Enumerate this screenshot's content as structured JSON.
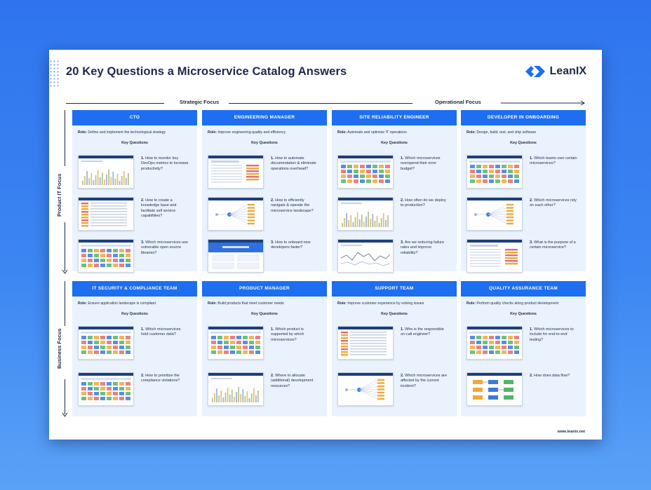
{
  "title": "20 Key Questions a Microservice Catalog Answers",
  "brand": "LeanIX",
  "footer_url": "www.leanix.net",
  "axes": {
    "strategic": "Strategic Focus",
    "operational": "Operational Focus",
    "product_it": "Product IT Focus",
    "business": "Business Focus"
  },
  "key_questions_label": "Key Questions",
  "role_label": "Role:",
  "colors": {
    "accent": "#1d6ef0",
    "navy": "#1b2a4a",
    "card_bg": "#eaf2fd"
  },
  "cards": [
    {
      "title": "CTO",
      "role": "Define and implement the technological strategy",
      "questions": [
        {
          "num": "1.",
          "text": "How to monitor key DevOps metrics to increase productivity?",
          "shot": "bar-chart"
        },
        {
          "num": "2.",
          "text": "How to create a knowledge base and facilitate self service capabilities?",
          "shot": "table"
        },
        {
          "num": "3.",
          "text": "Which microservices use vulnerable open source libraries?",
          "shot": "board"
        }
      ]
    },
    {
      "title": "ENGINEERING MANAGER",
      "role": "Improve engineering quality and efficiency",
      "questions": [
        {
          "num": "1.",
          "text": "How to automate documentation & eliminate operations overhead?",
          "shot": "form"
        },
        {
          "num": "2.",
          "text": "How to efficiently navigate & operate the microservice landscape?",
          "shot": "graph"
        },
        {
          "num": "3.",
          "text": "How to onboard new developers faster?",
          "shot": "portal"
        }
      ]
    },
    {
      "title": "SITE RELIABILITY ENGINEER",
      "role": "Automate and optimize IT operations",
      "questions": [
        {
          "num": "1.",
          "text": "Which microservices overspend their error budget?",
          "shot": "board"
        },
        {
          "num": "2.",
          "text": "How often do we deploy to production?",
          "shot": "bar-chart"
        },
        {
          "num": "3.",
          "text": "Are we reducing failure rates and improve reliability?",
          "shot": "line-chart"
        }
      ]
    },
    {
      "title": "DEVELOPER IN ONBOARDING",
      "role": "Design, build, test, and ship software",
      "questions": [
        {
          "num": "1.",
          "text": "Which teams own certain microservices?",
          "shot": "board"
        },
        {
          "num": "2.",
          "text": "Which microservices rely on each other?",
          "shot": "graph"
        },
        {
          "num": "3.",
          "text": "What is the purpose of a certain microservice?",
          "shot": "form"
        }
      ]
    },
    {
      "title": "IT SECURITY & COMPLIANCE TEAM",
      "role": "Ensure application landscape is compliant",
      "questions": [
        {
          "num": "1.",
          "text": "Which microservices hold customer data?",
          "shot": "board"
        },
        {
          "num": "2.",
          "text": "How to prioritize the compliance violations?",
          "shot": "board"
        }
      ]
    },
    {
      "title": "PRODUCT MANAGER",
      "role": "Build products that meet customer needs",
      "questions": [
        {
          "num": "1.",
          "text": "Which product is supported by which microservices?",
          "shot": "board"
        },
        {
          "num": "2.",
          "text": "Where to allocate (additional) development resources?",
          "shot": "bar-chart"
        }
      ]
    },
    {
      "title": "SUPPORT TEAM",
      "role": "Improve customer experience by solving issues",
      "questions": [
        {
          "num": "1.",
          "text": "Who is the responsible on-call engineer?",
          "shot": "table"
        },
        {
          "num": "2.",
          "text": "Which microservices are affected by the current incident?",
          "shot": "graph"
        }
      ]
    },
    {
      "title": "QUALITY ASSURANCE TEAM",
      "role": "Perform quality checks along product development",
      "questions": [
        {
          "num": "1.",
          "text": "Which microservices to include for end-to-end testing?",
          "shot": "board"
        },
        {
          "num": "2.",
          "text": "How does data flow?",
          "shot": "flow"
        }
      ]
    }
  ]
}
